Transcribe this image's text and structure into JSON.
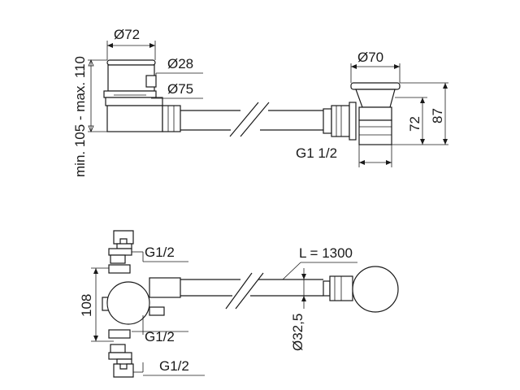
{
  "top_view": {
    "height_range": "min. 105 - max. 110",
    "dia_72": "Ø72",
    "dia_28": "Ø28",
    "dia_75": "Ø75",
    "dia_70": "Ø70",
    "dim_72": "72",
    "dim_87": "87",
    "thread_g1_1_2": "G1 1/2"
  },
  "bottom_view": {
    "thread_g1_2_top": "G1/2",
    "thread_g1_2_mid": "G1/2",
    "thread_g1_2_bottom": "G1/2",
    "dim_108": "108",
    "length": "L = 1300",
    "pipe_dia": "Ø32,5"
  }
}
